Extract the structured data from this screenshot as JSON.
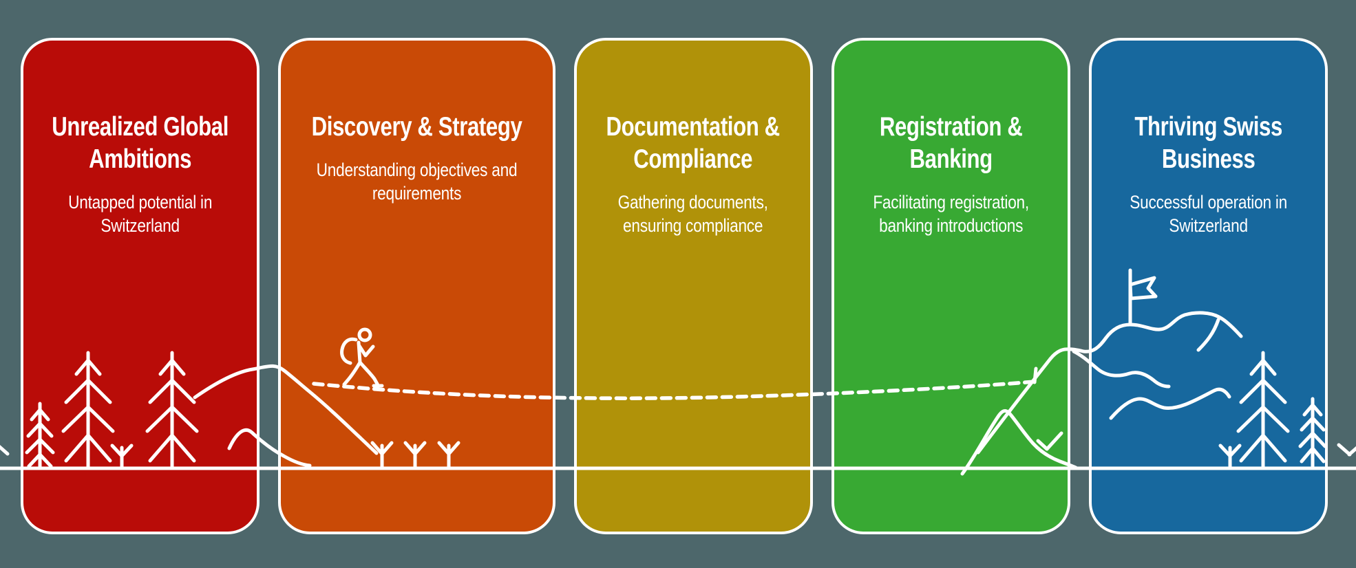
{
  "background_color": "#4d676b",
  "line_art_color": "#ffffff",
  "card_border_color": "#ffffff",
  "cards": [
    {
      "id": "unrealized-global-ambitions",
      "title": "Unrealized Global\nAmbitions",
      "subtitle": "Untapped potential in\nSwitzerland",
      "color": "#b90c08"
    },
    {
      "id": "discovery-strategy",
      "title": "Discovery & Strategy",
      "subtitle": "Understanding objectives and\nrequirements",
      "color": "#c94a06"
    },
    {
      "id": "documentation-compliance",
      "title": "Documentation &\nCompliance",
      "subtitle": "Gathering documents,\nensuring compliance",
      "color": "#b09209"
    },
    {
      "id": "registration-banking",
      "title": "Registration &\nBanking",
      "subtitle": "Facilitating registration,\nbanking introductions",
      "color": "#38a933"
    },
    {
      "id": "thriving-swiss-business",
      "title": "Thriving Swiss\nBusiness",
      "subtitle": "Successful operation in\nSwitzerland",
      "color": "#17689e"
    }
  ],
  "icons": [
    "pine-tree-icon",
    "sapling-icon",
    "hiker-icon",
    "trail-dashed-line",
    "mountain-icon",
    "summit-flag-icon",
    "ridge-line",
    "ground-line"
  ]
}
